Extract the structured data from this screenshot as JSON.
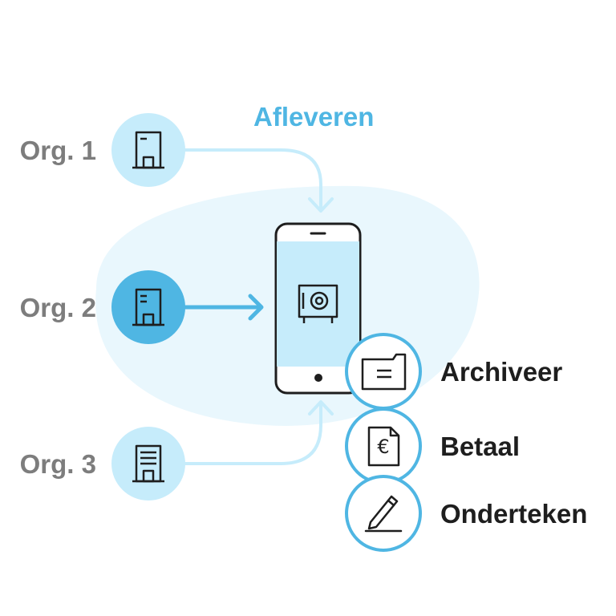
{
  "flow": {
    "deliver_label": "Afleveren"
  },
  "organizations": [
    {
      "label": "Org. 1",
      "icon": "building-icon",
      "highlighted": false
    },
    {
      "label": "Org. 2",
      "icon": "building-icon",
      "highlighted": true
    },
    {
      "label": "Org. 3",
      "icon": "building-icon",
      "highlighted": false
    }
  ],
  "phone": {
    "icon": "safe-icon"
  },
  "actions": [
    {
      "label": "Archiveer",
      "icon": "folder-icon"
    },
    {
      "label": "Betaal",
      "icon": "euro-document-icon"
    },
    {
      "label": "Onderteken",
      "icon": "pen-icon"
    }
  ],
  "colors": {
    "accent": "#4fb6e3",
    "accent_light": "#c6ecfb",
    "blob": "#e9f7fd",
    "label_gray": "#7d7d7d",
    "text_dark": "#1e1e1e"
  }
}
